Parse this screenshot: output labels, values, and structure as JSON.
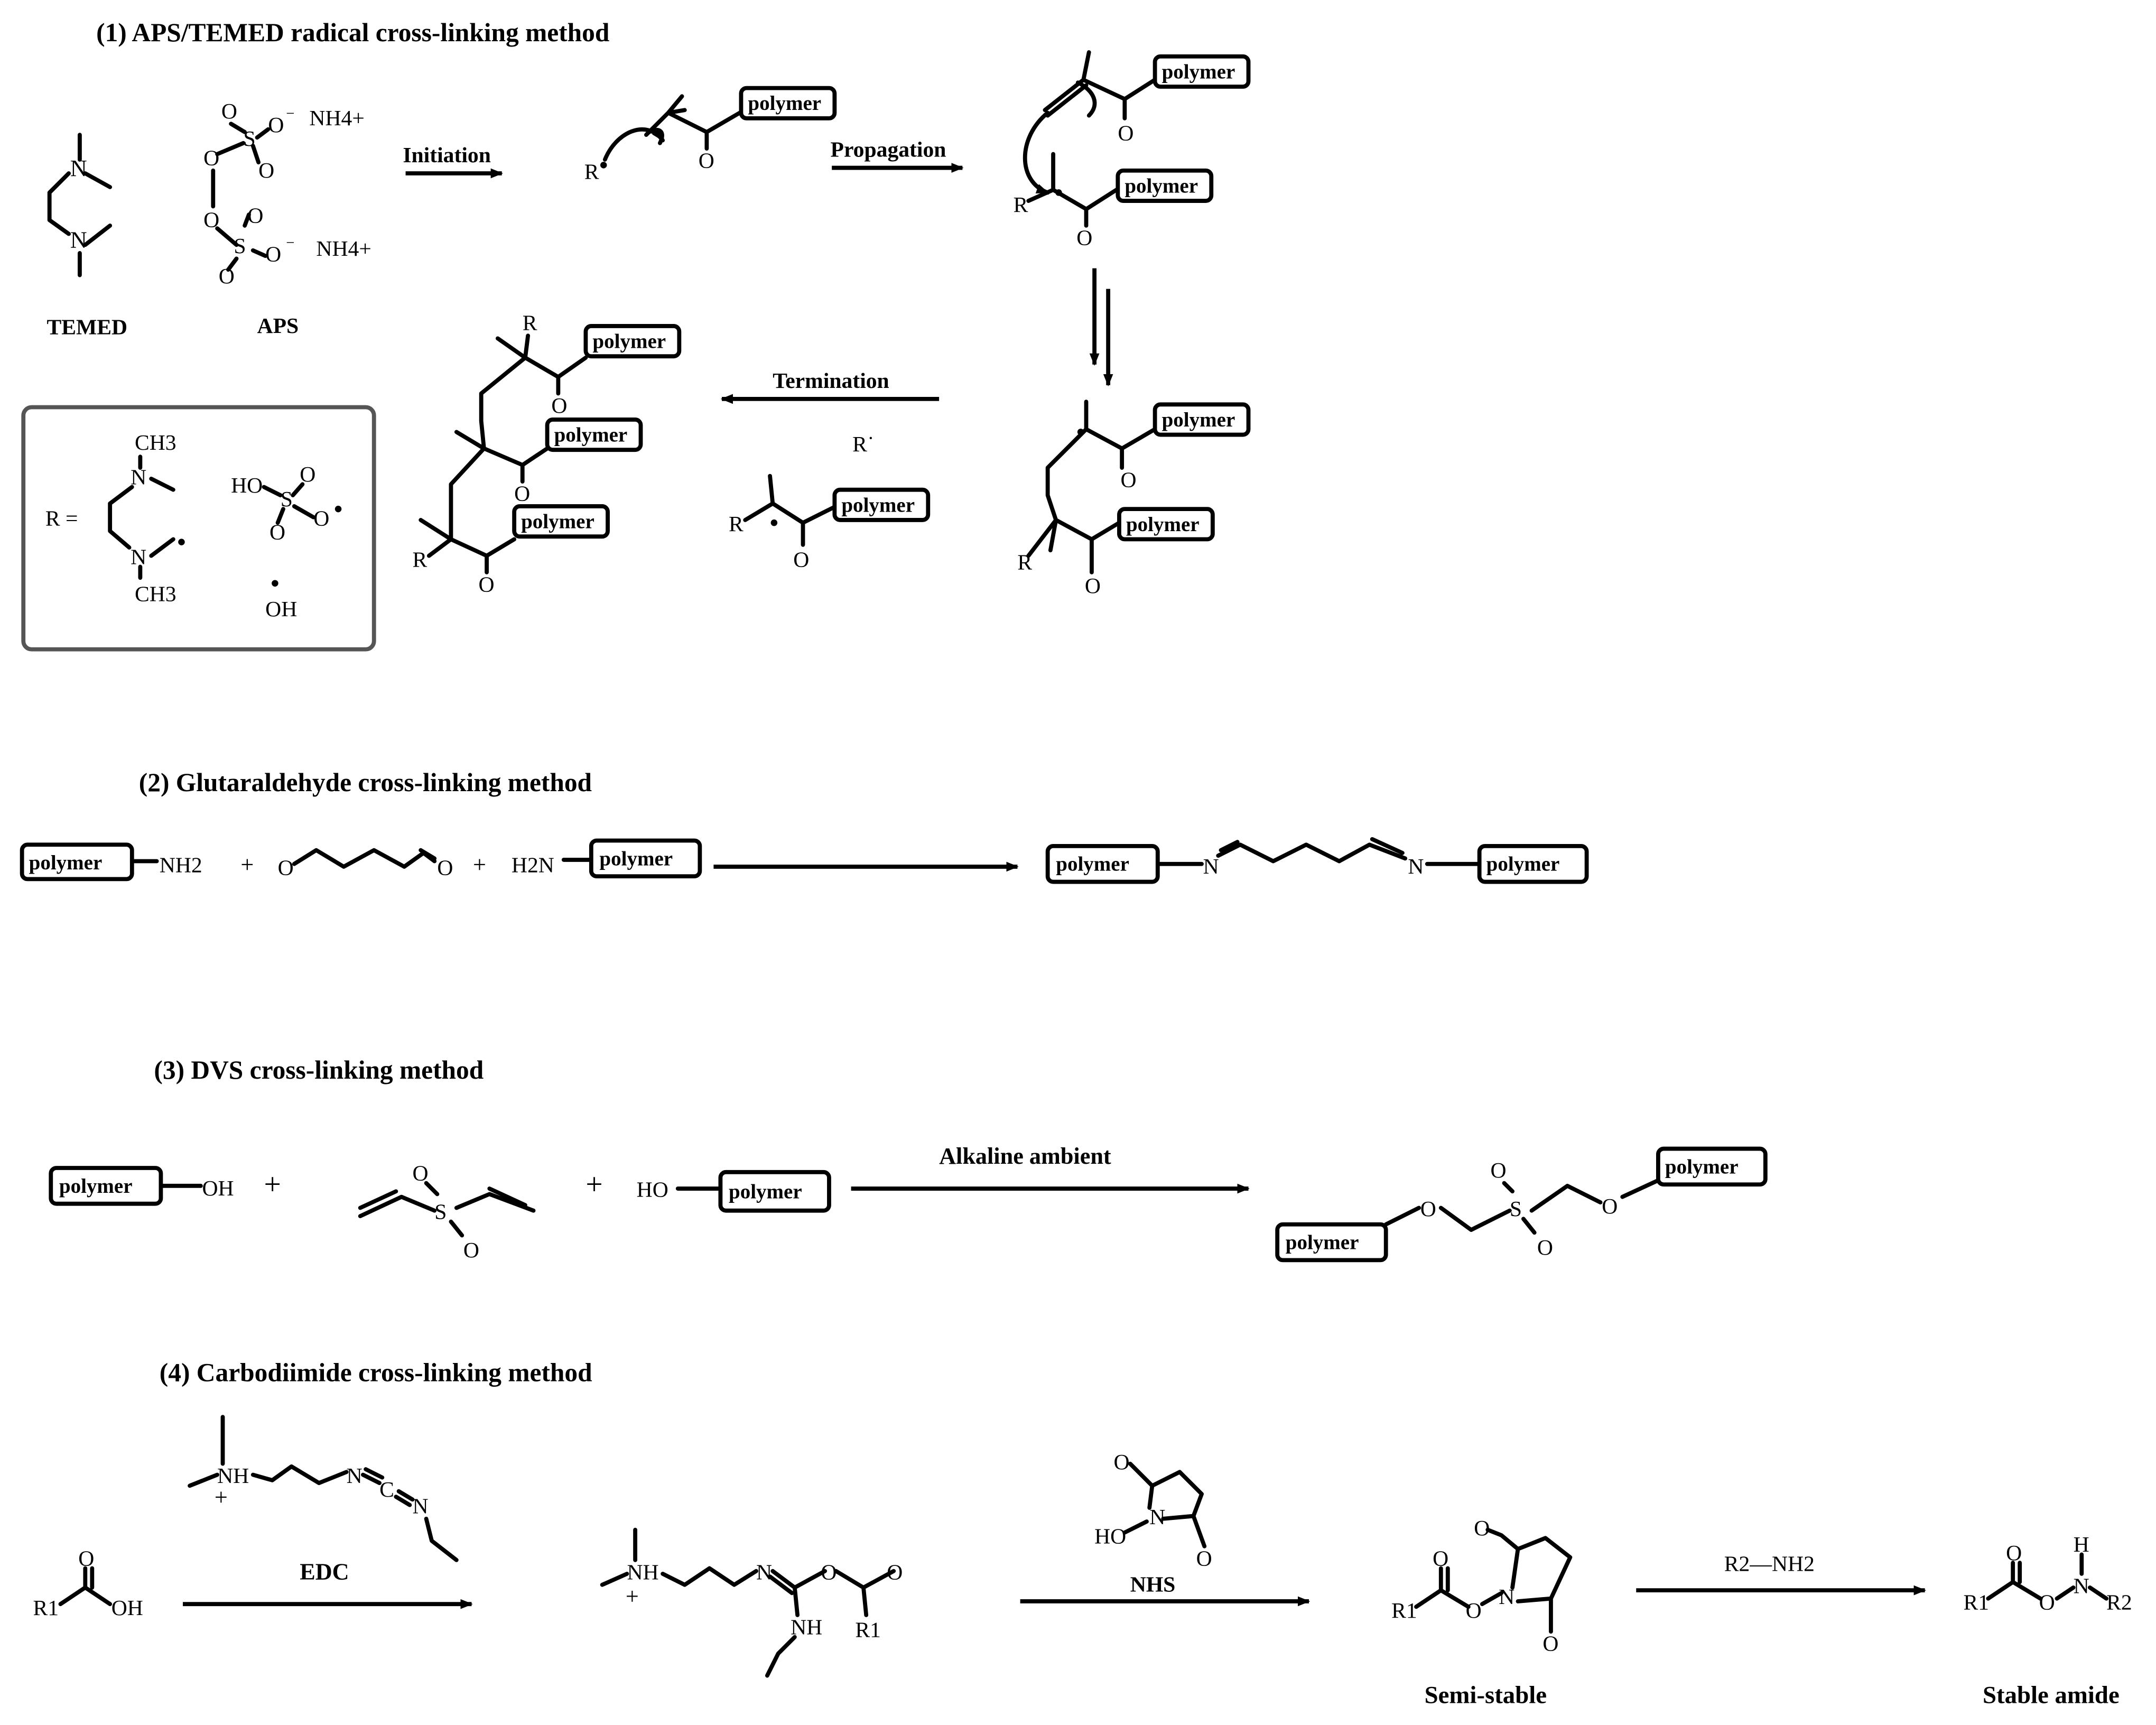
{
  "sections": [
    {
      "title": "(1) APS/TEMED radical cross-linking method"
    },
    {
      "title": "(2) Glutaraldehyde cross-linking method"
    },
    {
      "title": "(3) DVS cross-linking method"
    },
    {
      "title": "(4) Carbodiimide cross-linking method"
    }
  ],
  "aps": {
    "temed_label": "TEMED",
    "aps_label": "APS",
    "initiation": "Initiation",
    "propagation": "Propagation",
    "termination": "Termination",
    "r_symbol": "R",
    "r_equals": "R =",
    "r_radical": "R˙",
    "ch3": "CH3",
    "ho": "HO",
    "oh": "OH"
  },
  "common": {
    "polymer": "polymer",
    "n": "N",
    "o": "O",
    "s": "S",
    "nh2": "NH2",
    "h2n": "H2N",
    "plus": "+",
    "nh4": "NH4+"
  },
  "dvs": {
    "condition": "Alkaline ambient",
    "oh": "OH",
    "ho": "HO"
  },
  "carbodiimide": {
    "edc_label": "EDC",
    "nhs_label": "NHS",
    "reagent": "R2—NH2",
    "semi_stable": "Semi-stable",
    "stable_amide": "Stable amide",
    "r1": "R1",
    "r2": "R2",
    "oh": "OH",
    "nh": "NH",
    "ho": "HO",
    "h": "H",
    "c": "C",
    "n": "N"
  }
}
